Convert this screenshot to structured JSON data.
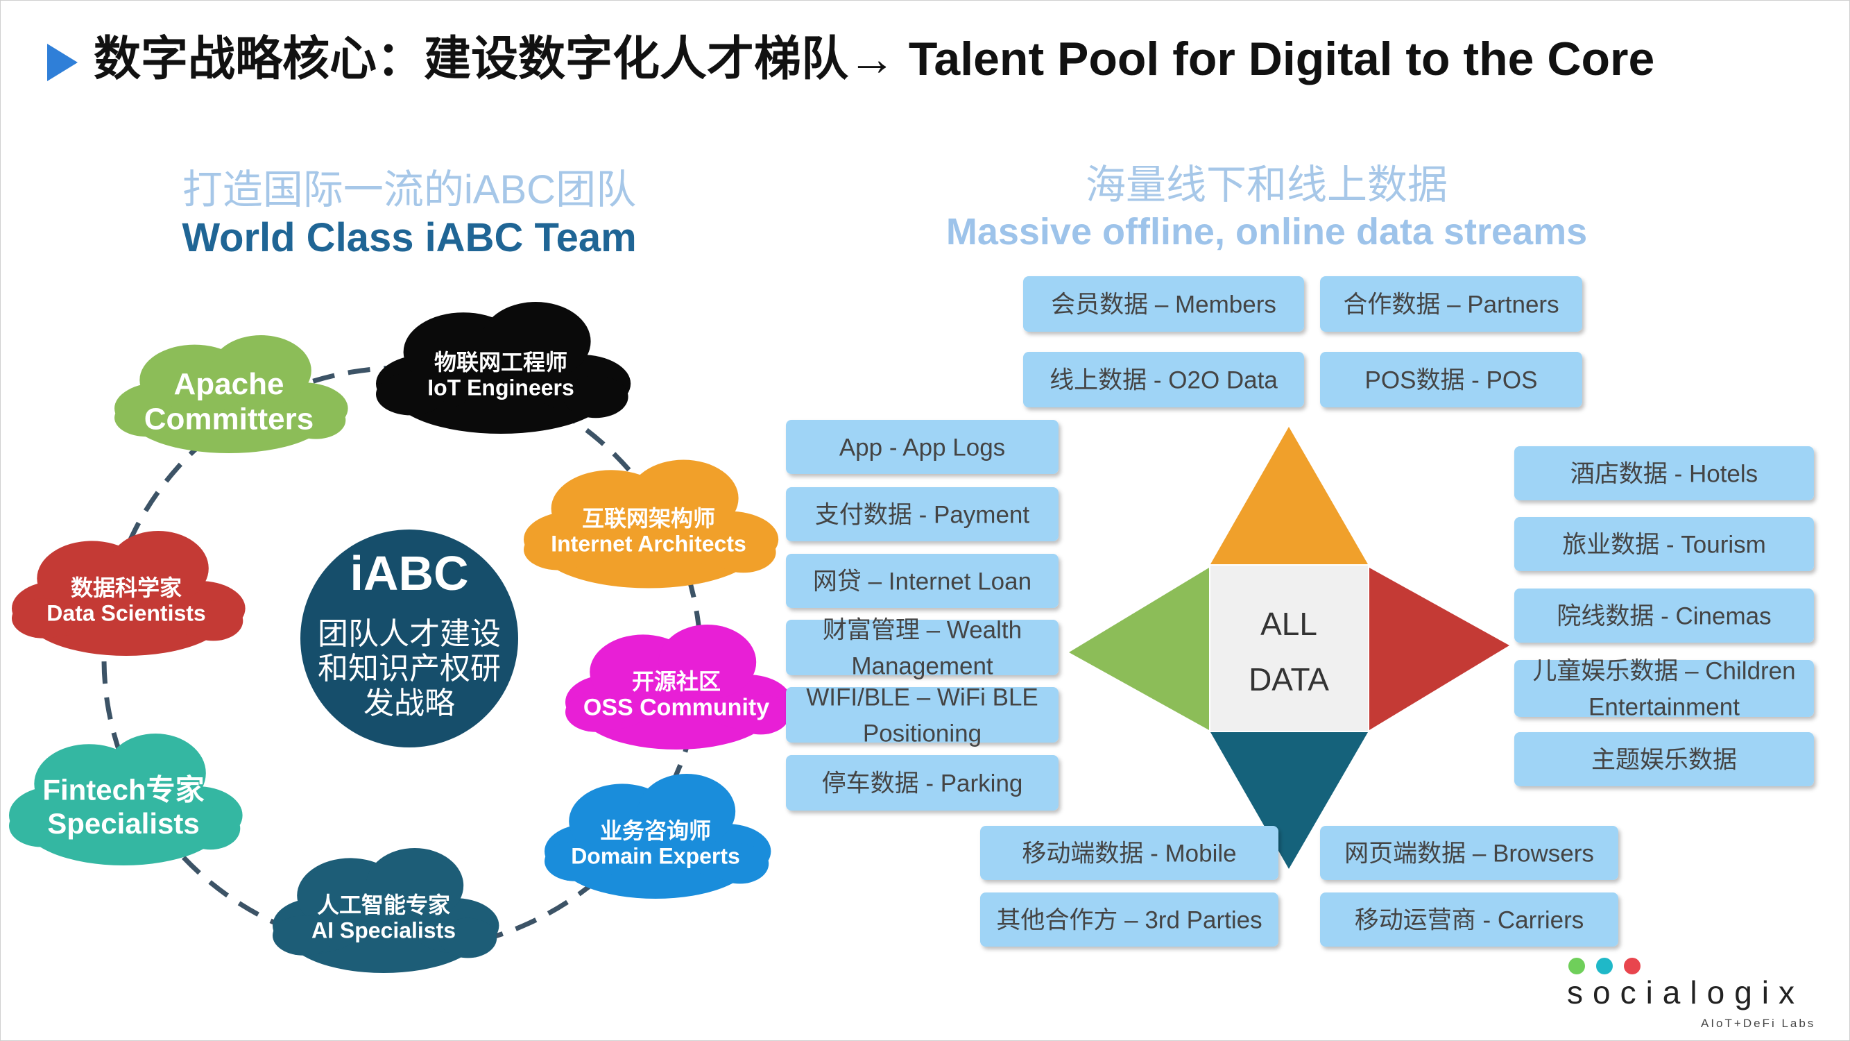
{
  "slide": {
    "title": "数字战略核心：建设数字化人才梯队→ Talent Pool for Digital to the Core",
    "colors": {
      "title_marker": "#2f7fd8",
      "box_fill": "#9fd4f6",
      "box_text": "#444444"
    }
  },
  "left": {
    "heading_cn": "打造国际一流的iABC团队",
    "heading_en": "World Class iABC Team",
    "center": {
      "title": "iABC",
      "lines": [
        "团队人才建设",
        "和知识产权研",
        "发战略"
      ],
      "color": "#164e6b"
    },
    "clouds": [
      {
        "id": "apache",
        "lines": [
          "Apache",
          "Committers"
        ],
        "color": "#8cbd58"
      },
      {
        "id": "iot",
        "lines": [
          "物联网工程师",
          "IoT Engineers"
        ],
        "color": "#0a0a0a"
      },
      {
        "id": "internet-architects",
        "lines": [
          "互联网架构师",
          "Internet Architects"
        ],
        "color": "#f1a02a"
      },
      {
        "id": "oss",
        "lines": [
          "开源社区",
          "OSS Community"
        ],
        "color": "#e81fd6"
      },
      {
        "id": "domain",
        "lines": [
          "业务咨询师",
          "Domain Experts"
        ],
        "color": "#1a8ddb"
      },
      {
        "id": "ai",
        "lines": [
          "人工智能专家",
          "AI Specialists"
        ],
        "color": "#1d5d77"
      },
      {
        "id": "fintech",
        "lines": [
          "Fintech专家",
          "Specialists"
        ],
        "color": "#34b7a2"
      },
      {
        "id": "data-scientists",
        "lines": [
          "数据科学家",
          "Data Scientists"
        ],
        "color": "#c43a35"
      }
    ]
  },
  "right": {
    "heading_cn": "海量线下和线上数据",
    "heading_en": "Massive offline, online data streams",
    "center": {
      "line1": "ALL",
      "line2": "DATA"
    },
    "diamond_colors": {
      "top": "#f0a02b",
      "left": "#8cbd58",
      "right": "#c43a35",
      "bottom": "#15627b"
    },
    "boxes": [
      {
        "id": "members",
        "lines": [
          "会员数据 – Members"
        ]
      },
      {
        "id": "partners",
        "lines": [
          "合作数据 – Partners"
        ]
      },
      {
        "id": "o2o",
        "lines": [
          "线上数据 - O2O Data"
        ]
      },
      {
        "id": "pos",
        "lines": [
          "POS数据 - POS"
        ]
      },
      {
        "id": "app",
        "lines": [
          "App - App Logs"
        ]
      },
      {
        "id": "payment",
        "lines": [
          "支付数据 - Payment"
        ]
      },
      {
        "id": "loan",
        "lines": [
          "网贷 – Internet Loan"
        ]
      },
      {
        "id": "wealth",
        "lines": [
          "财富管理 – Wealth",
          "Management"
        ]
      },
      {
        "id": "wifi",
        "lines": [
          "WIFI/BLE – WiFi BLE",
          "Positioning"
        ]
      },
      {
        "id": "parking",
        "lines": [
          "停车数据 - Parking"
        ]
      },
      {
        "id": "hotels",
        "lines": [
          "酒店数据 - Hotels"
        ]
      },
      {
        "id": "tourism",
        "lines": [
          "旅业数据 - Tourism"
        ]
      },
      {
        "id": "cinemas",
        "lines": [
          "院线数据 - Cinemas"
        ]
      },
      {
        "id": "children",
        "lines": [
          "儿童娱乐数据 – Children",
          "Entertainment"
        ]
      },
      {
        "id": "theme",
        "lines": [
          "主题娱乐数据"
        ]
      },
      {
        "id": "mobile",
        "lines": [
          "移动端数据 - Mobile"
        ]
      },
      {
        "id": "browsers",
        "lines": [
          "网页端数据 – Browsers"
        ]
      },
      {
        "id": "third",
        "lines": [
          "其他合作方 – 3rd Parties"
        ]
      },
      {
        "id": "carriers",
        "lines": [
          "移动运营商 - Carriers"
        ]
      }
    ]
  },
  "logo": {
    "text": "socialogix",
    "tagline": "AIoT+DeFi Labs",
    "dot_colors": [
      "#6fcf5a",
      "#1fb8c8",
      "#e8454d"
    ]
  }
}
